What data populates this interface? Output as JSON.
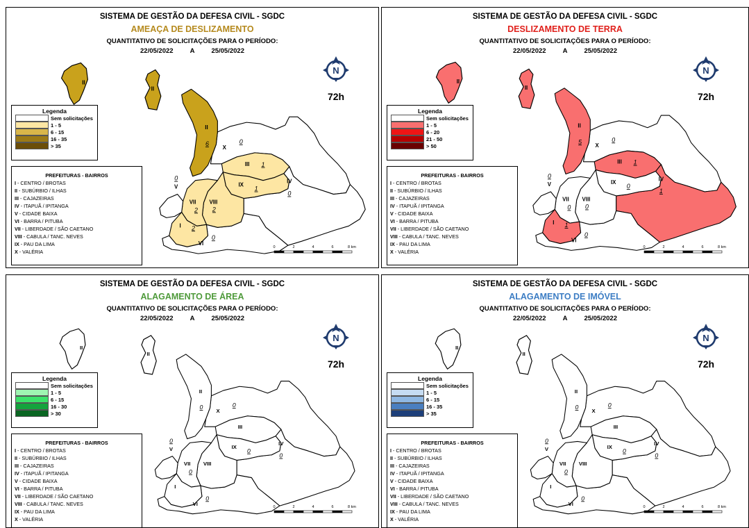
{
  "system_title": "SISTEMA DE GESTÃO DA DEFESA CIVIL - SGDC",
  "period_title": "QUANTITATIVO DE SOLICITAÇÕES PARA O PERÍODO:",
  "date_start": "22/05/2022",
  "date_sep": "A",
  "date_end": "25/05/2022",
  "hours": "72h",
  "compass_letter": "N",
  "legend_title": "Legenda",
  "legend_none": "Sem solicitações",
  "pref_title": "PREFEITURAS - BAIRROS",
  "prefeituras": [
    {
      "code": "I",
      "name": "CENTRO / BROTAS"
    },
    {
      "code": "II",
      "name": "SUBÚRBIO / ILHAS"
    },
    {
      "code": "III",
      "name": "CAJAZEIRAS"
    },
    {
      "code": "IV",
      "name": "ITAPUÃ / IPITANGA"
    },
    {
      "code": "V",
      "name": "CIDADE BAIXA"
    },
    {
      "code": "VI",
      "name": "BARRA / PITUBA"
    },
    {
      "code": "VII",
      "name": "LIBERDADE / SÃO CAETANO"
    },
    {
      "code": "VIII",
      "name": "CABULA / TANC. NEVES"
    },
    {
      "code": "IX",
      "name": "PAU DA LIMA"
    },
    {
      "code": "X",
      "name": "VALÉRIA"
    }
  ],
  "scale_labels": [
    "0",
    "2",
    "4",
    "6",
    "8 km"
  ],
  "panels": [
    {
      "subtitle": "AMEAÇA DE DESLIZAMENTO",
      "subtitle_color": "#b58a1e",
      "legend": [
        {
          "label": "1 - 5",
          "color": "#fde6a3"
        },
        {
          "label": "6 - 15",
          "color": "#d9b64a"
        },
        {
          "label": "16 - 35",
          "color": "#9c7a16"
        },
        {
          "label": "> 35",
          "color": "#6b4d08"
        }
      ],
      "regions": {
        "I": {
          "value": "2",
          "fill": "#fde6a3"
        },
        "II": {
          "value": "6",
          "fill": "#c9a21c"
        },
        "III": {
          "value": "1",
          "fill": "#fde6a3"
        },
        "IV": {
          "value": "0",
          "fill": "#ffffff"
        },
        "V": {
          "value": "0",
          "fill": "#ffffff"
        },
        "VI": {
          "value": "0",
          "fill": "#ffffff"
        },
        "VII": {
          "value": "2",
          "fill": "#fde6a3"
        },
        "VIII": {
          "value": "2",
          "fill": "#fde6a3"
        },
        "IX": {
          "value": "1",
          "fill": "#fde6a3"
        },
        "X": {
          "value": "0",
          "fill": "#ffffff"
        }
      }
    },
    {
      "subtitle": "DESLIZAMENTO DE TERRA",
      "subtitle_color": "#e0201b",
      "legend": [
        {
          "label": "1 - 5",
          "color": "#f96f6f"
        },
        {
          "label": "6 - 20",
          "color": "#ee1515"
        },
        {
          "label": "21 - 50",
          "color": "#b50000"
        },
        {
          "label": "> 50",
          "color": "#6a0000"
        }
      ],
      "regions": {
        "I": {
          "value": "1",
          "fill": "#f96f6f"
        },
        "II": {
          "value": "5",
          "fill": "#f96f6f"
        },
        "III": {
          "value": "1",
          "fill": "#f96f6f"
        },
        "IV": {
          "value": "1",
          "fill": "#f96f6f"
        },
        "V": {
          "value": "0",
          "fill": "#ffffff"
        },
        "VI": {
          "value": "0",
          "fill": "#ffffff"
        },
        "VII": {
          "value": "0",
          "fill": "#ffffff"
        },
        "VIII": {
          "value": "0",
          "fill": "#ffffff"
        },
        "IX": {
          "value": "0",
          "fill": "#ffffff"
        },
        "X": {
          "value": "0",
          "fill": "#ffffff"
        }
      }
    },
    {
      "subtitle": "ALAGAMENTO DE ÁREA",
      "subtitle_color": "#4e9a3a",
      "legend": [
        {
          "label": "1 - 5",
          "color": "#9ff5b2"
        },
        {
          "label": "6 - 15",
          "color": "#3ce26a"
        },
        {
          "label": "16 - 30",
          "color": "#14a33d"
        },
        {
          "label": "> 30",
          "color": "#0a6622"
        }
      ],
      "regions": {
        "I": {
          "value": "",
          "fill": "#ffffff"
        },
        "II": {
          "value": "0",
          "fill": "#ffffff"
        },
        "III": {
          "value": "",
          "fill": "#ffffff"
        },
        "IV": {
          "value": "0",
          "fill": "#ffffff"
        },
        "V": {
          "value": "0",
          "fill": "#ffffff"
        },
        "VI": {
          "value": "0",
          "fill": "#ffffff"
        },
        "VII": {
          "value": "0",
          "fill": "#ffffff"
        },
        "VIII": {
          "value": "",
          "fill": "#ffffff"
        },
        "IX": {
          "value": "0",
          "fill": "#ffffff"
        },
        "X": {
          "value": "0",
          "fill": "#ffffff"
        }
      }
    },
    {
      "subtitle": "ALAGAMENTO DE IMÓVEL",
      "subtitle_color": "#3c7dc4",
      "legend": [
        {
          "label": "1 - 5",
          "color": "#c6dcf2"
        },
        {
          "label": "6 - 15",
          "color": "#8fb8e3"
        },
        {
          "label": "16 - 35",
          "color": "#4a7fc0"
        },
        {
          "label": "> 35",
          "color": "#1d3f7a"
        }
      ],
      "regions": {
        "I": {
          "value": "",
          "fill": "#ffffff"
        },
        "II": {
          "value": "0",
          "fill": "#ffffff"
        },
        "III": {
          "value": "",
          "fill": "#ffffff"
        },
        "IV": {
          "value": "0",
          "fill": "#ffffff"
        },
        "V": {
          "value": "0",
          "fill": "#ffffff"
        },
        "VI": {
          "value": "0",
          "fill": "#ffffff"
        },
        "VII": {
          "value": "0",
          "fill": "#ffffff"
        },
        "VIII": {
          "value": "",
          "fill": "#ffffff"
        },
        "IX": {
          "value": "0",
          "fill": "#ffffff"
        },
        "X": {
          "value": "0",
          "fill": "#ffffff"
        }
      }
    }
  ]
}
